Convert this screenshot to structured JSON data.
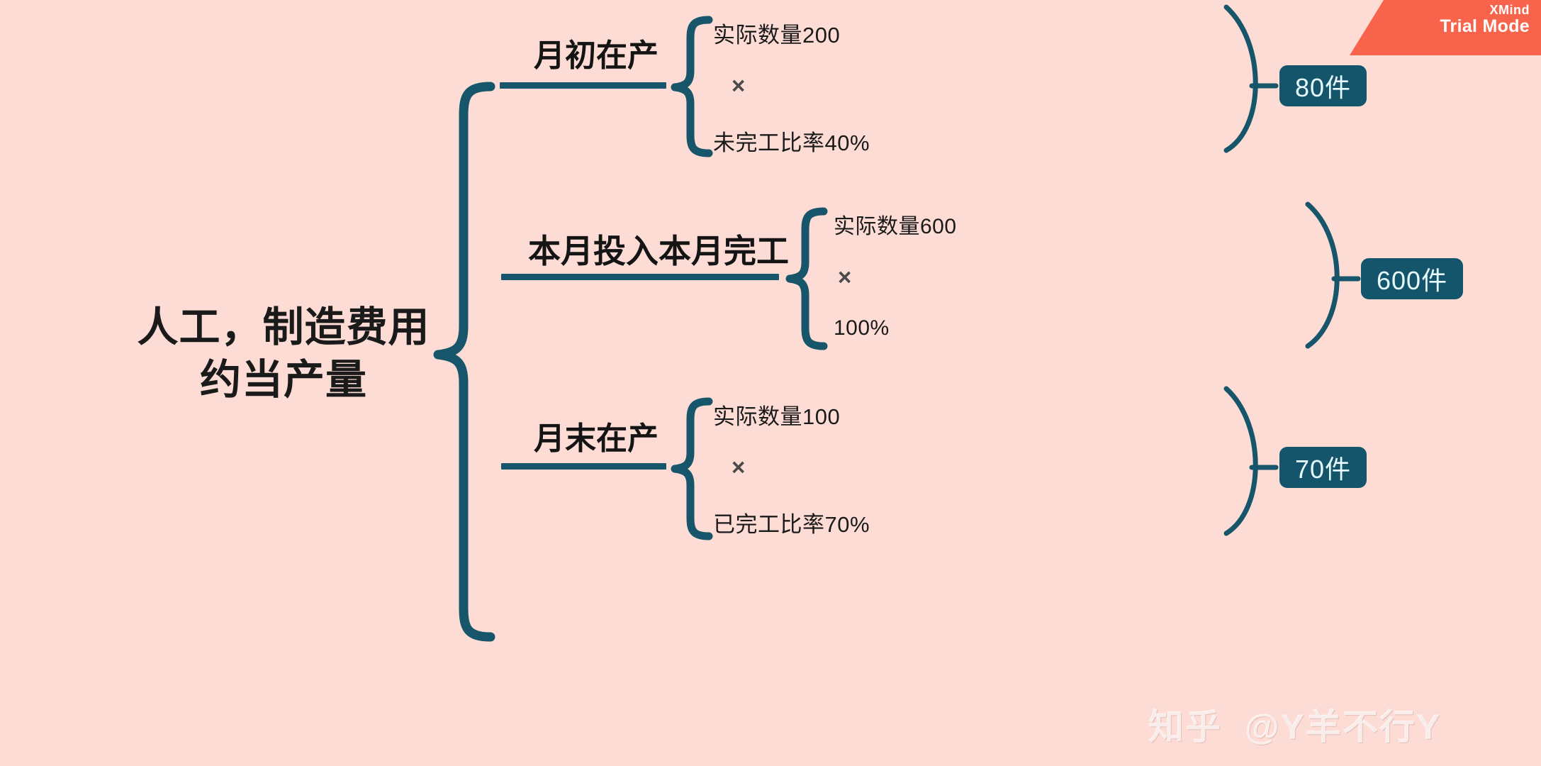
{
  "app": {
    "name": "XMind",
    "trial_badge_line1": "XMind",
    "trial_badge_line2": "Trial Mode",
    "accent_orange": "#F8644B",
    "background": "#FCDCD4",
    "brand_teal": "#14556B"
  },
  "watermark": {
    "site": "知乎",
    "handle": "@Y羊不行Y"
  },
  "diagram": {
    "type": "mindmap-bracket",
    "root": {
      "line1": "人工，制造费用",
      "line2": "约当产量"
    },
    "branches": [
      {
        "label": "月初在产",
        "quantity": "实际数量200",
        "operator": "×",
        "rate": "未完工比率40%",
        "result": "80件"
      },
      {
        "label": "本月投入本月完工",
        "quantity": "实际数量600",
        "operator": "×",
        "rate": "100%",
        "result": "600件"
      },
      {
        "label": "月末在产",
        "quantity": "实际数量100",
        "operator": "×",
        "rate": "已完工比率70%",
        "result": "70件"
      }
    ]
  }
}
